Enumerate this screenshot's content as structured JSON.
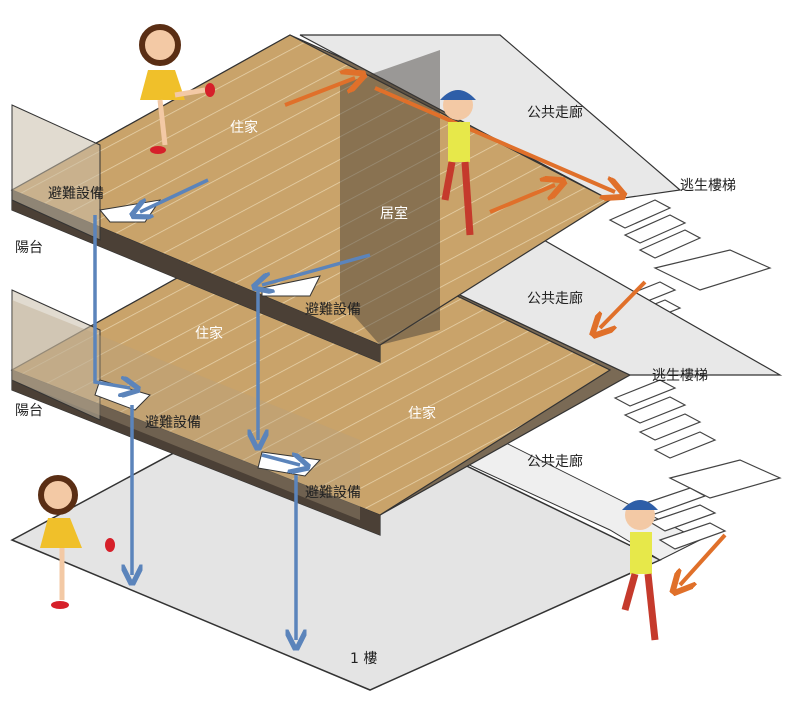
{
  "labels": {
    "top_home": "住家",
    "top_room": "居室",
    "top_corridor": "公共走廊",
    "top_stairs": "逃生樓梯",
    "top_balcony": "陽台",
    "top_equipment_left": "避難設備",
    "top_equipment_mid": "避難設備",
    "mid_corridor": "公共走廊",
    "mid_stairs": "逃生樓梯",
    "mid_home_left": "住家",
    "mid_home_right": "住家",
    "mid_balcony": "陽台",
    "mid_equipment_left": "避難設備",
    "mid_equipment_mid": "避難設備",
    "ground_corridor": "公共走廊",
    "ground_floor": "1 樓"
  },
  "colors": {
    "wood": "#c9a36a",
    "corridor": "#e6e6e6",
    "escape_arrow": "#e0702a",
    "equipment_arrow": "#5b84bb"
  }
}
